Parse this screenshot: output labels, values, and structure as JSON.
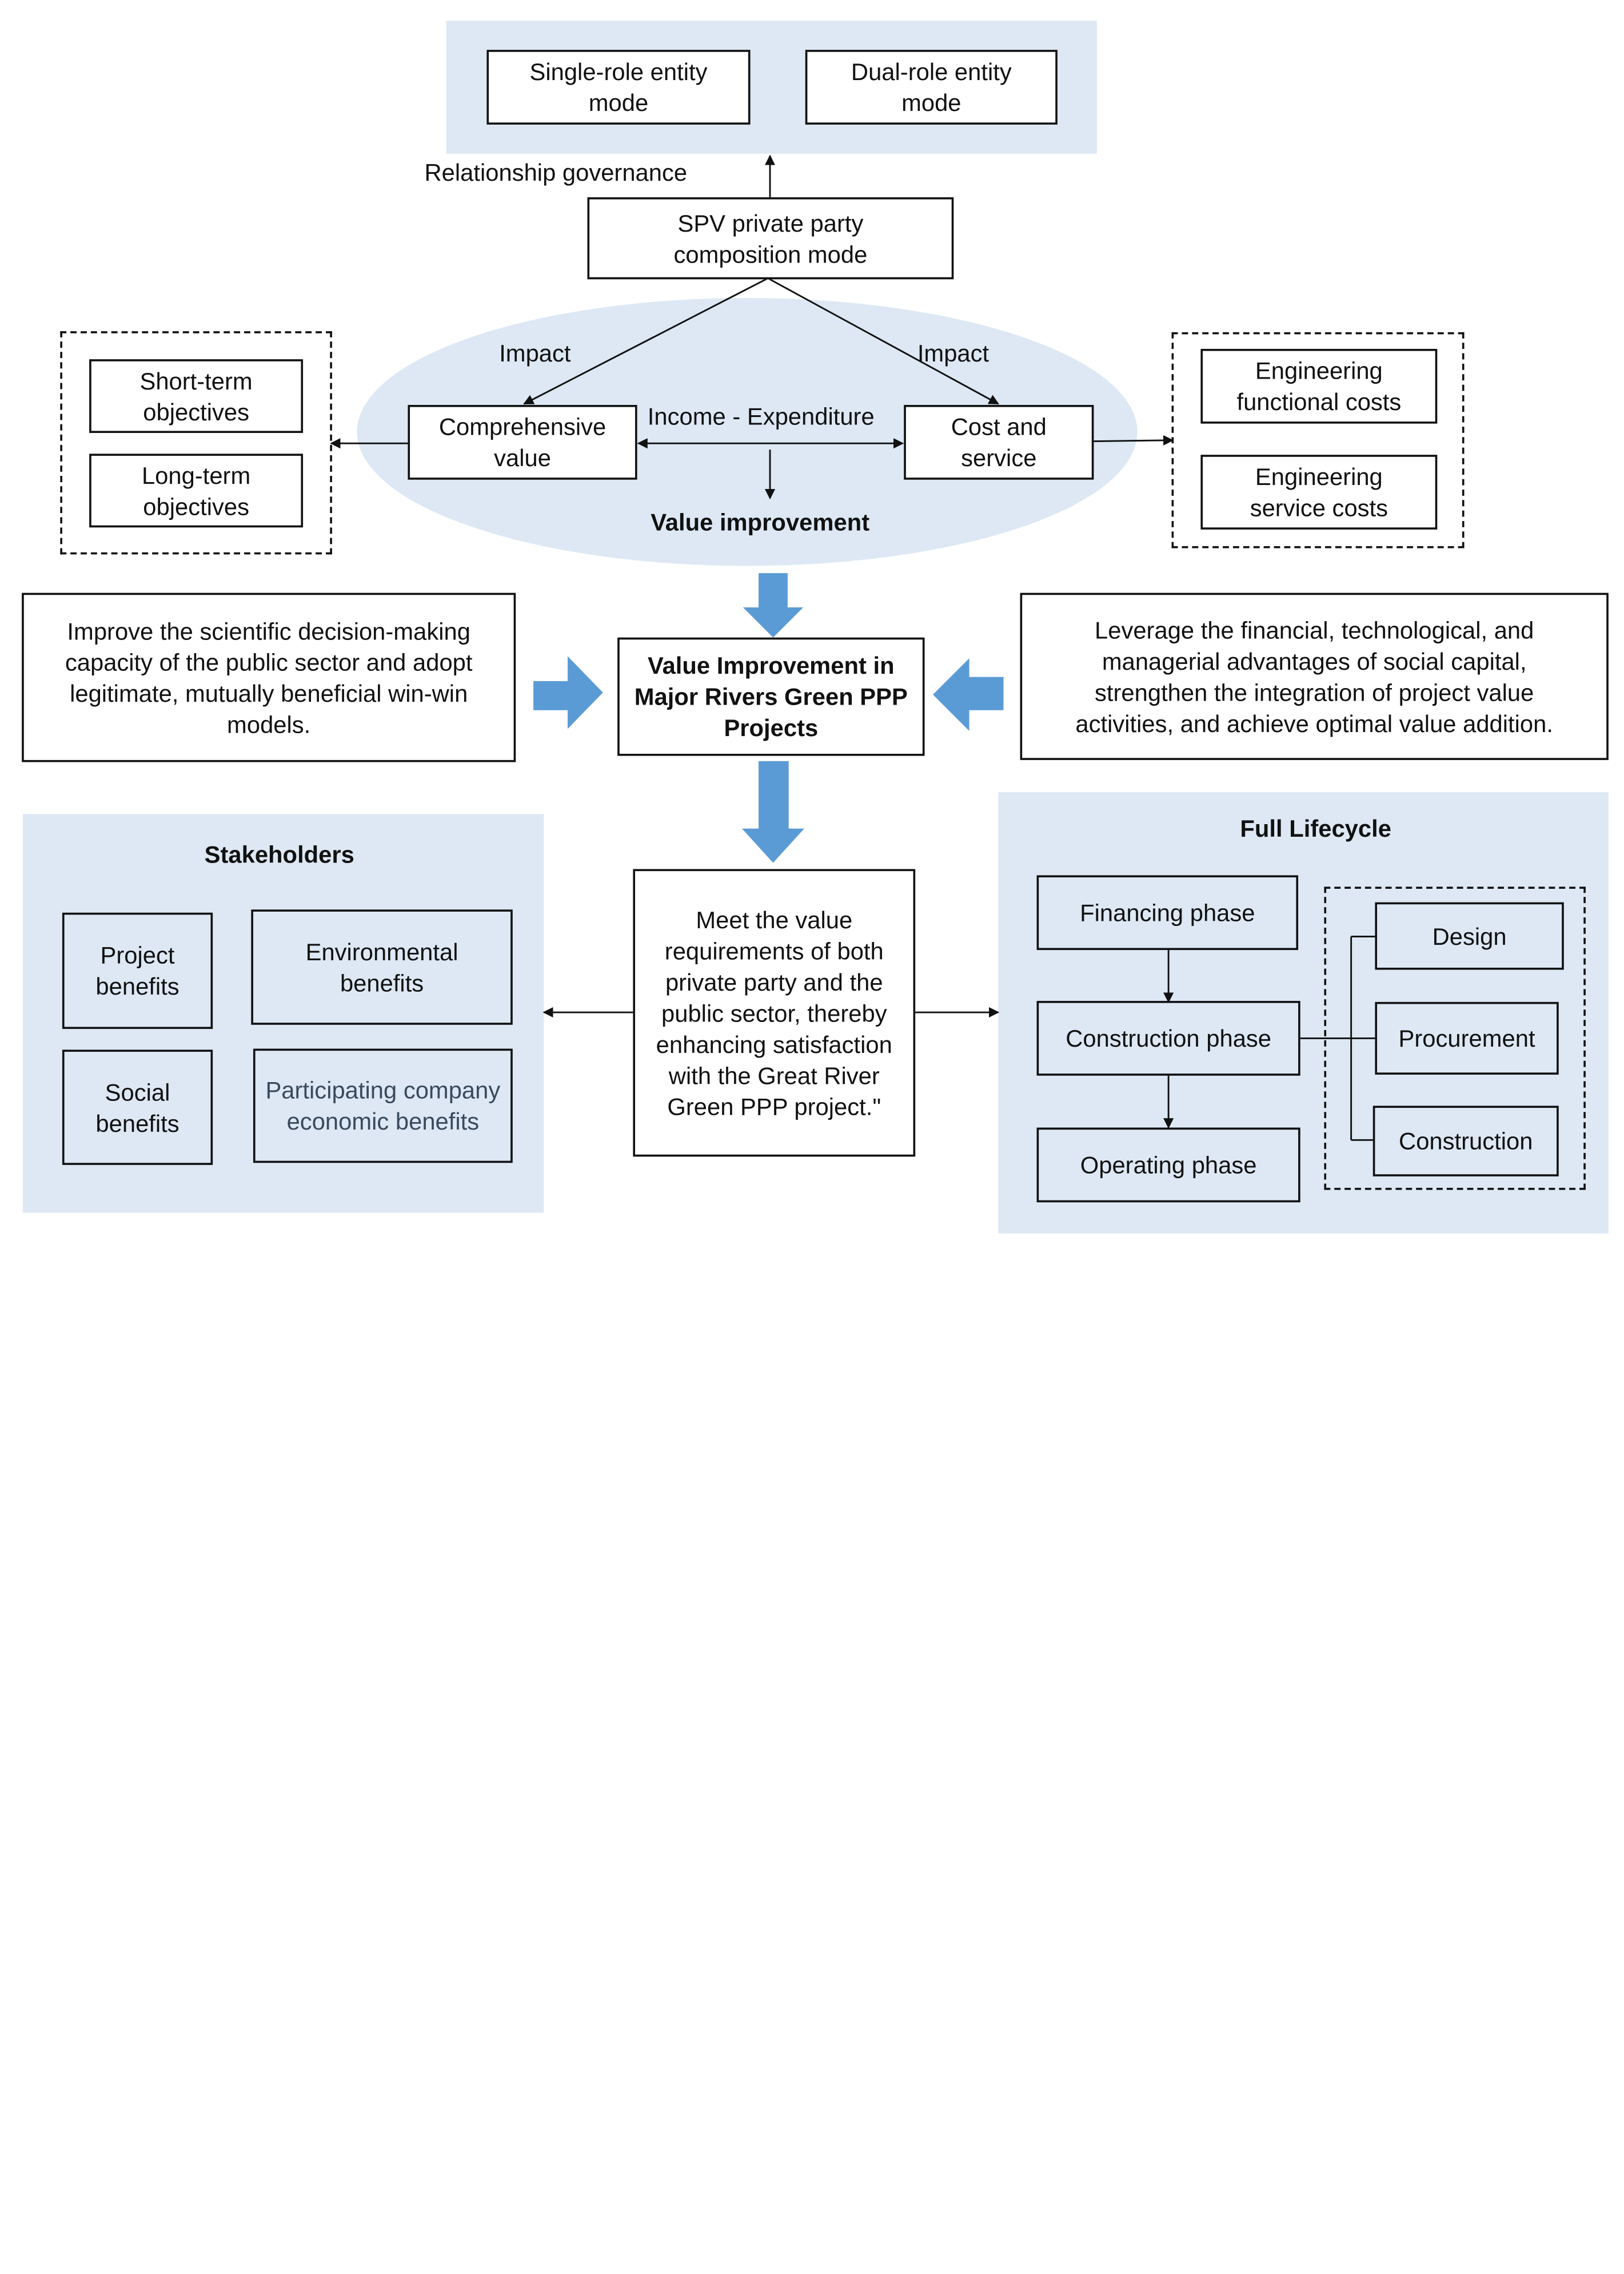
{
  "top": {
    "single_role": "Single-role entity mode",
    "dual_role": "Dual-role entity mode",
    "relationship_governance": "Relationship governance",
    "spv": "SPV private party composition mode"
  },
  "ellipse": {
    "impact_left": "Impact",
    "impact_right": "Impact",
    "comprehensive_value": "Comprehensive value",
    "cost_service": "Cost and service",
    "income_expenditure": "Income - Expenditure",
    "value_improvement": "Value improvement"
  },
  "objectives": {
    "short_term": "Short-term objectives",
    "long_term": "Long-term objectives"
  },
  "costs": {
    "functional": "Engineering functional costs",
    "service": "Engineering service costs"
  },
  "center": {
    "left_text": "Improve the scientific decision-making capacity of the public sector and adopt legitimate, mutually beneficial win-win models.",
    "main_title": "Value Improvement in Major Rivers Green PPP Projects",
    "right_text": "Leverage the financial, technological, and managerial advantages of social capital, strengthen the integration of project value activities, and achieve optimal value addition.",
    "meet_text": "Meet the value requirements of both private party and the public sector, thereby enhancing satisfaction with the Great River Green PPP project.\""
  },
  "stakeholders": {
    "title": "Stakeholders",
    "project": "Project benefits",
    "environmental": "Environmental benefits",
    "social": "Social benefits",
    "economic": "Participating company economic benefits"
  },
  "lifecycle": {
    "title": "Full Lifecycle",
    "financing": "Financing phase",
    "construction_phase": "Construction phase",
    "operating": "Operating phase",
    "design": "Design",
    "procurement": "Procurement",
    "construction": "Construction"
  },
  "colors": {
    "panel": "#dde8f4",
    "arrow_blue": "#5b9bd5"
  }
}
